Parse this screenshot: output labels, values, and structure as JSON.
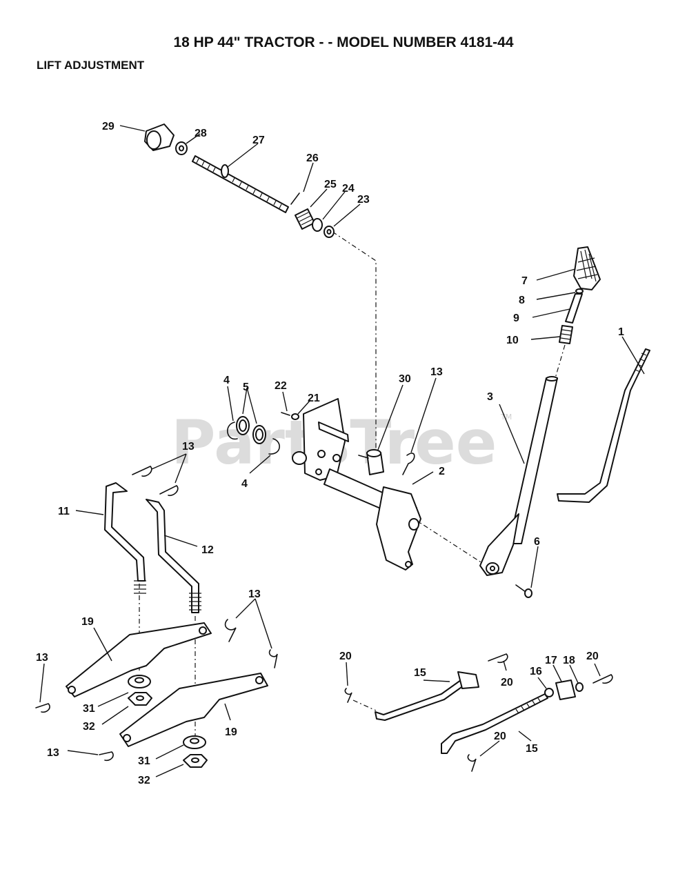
{
  "title": "18 HP 44\" TRACTOR - - MODEL NUMBER 4181-44",
  "subtitle": "LIFT ADJUSTMENT",
  "watermark": {
    "text": "PartsTree",
    "mark": "TM"
  },
  "callouts": {
    "c1": "1",
    "c2": "2",
    "c3": "3",
    "c4a": "4",
    "c4b": "4",
    "c5": "5",
    "c6": "6",
    "c7": "7",
    "c8": "8",
    "c9": "9",
    "c10": "10",
    "c11": "11",
    "c12": "12",
    "c13a": "13",
    "c13b": "13",
    "c13c": "13",
    "c13d": "13",
    "c13e": "13",
    "c15a": "15",
    "c15b": "15",
    "c16": "16",
    "c17": "17",
    "c18": "18",
    "c19a": "19",
    "c19b": "19",
    "c20a": "20",
    "c20b": "20",
    "c20c": "20",
    "c20d": "20",
    "c21": "21",
    "c22": "22",
    "c23": "23",
    "c24": "24",
    "c25": "25",
    "c26": "26",
    "c27": "27",
    "c28": "28",
    "c29": "29",
    "c30": "30",
    "c31a": "31",
    "c31b": "31",
    "c32a": "32",
    "c32b": "32"
  }
}
